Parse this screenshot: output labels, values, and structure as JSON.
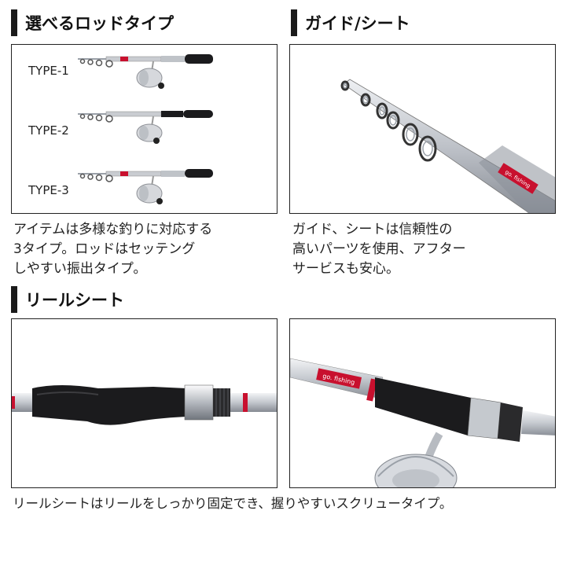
{
  "sections": {
    "rod_types": {
      "title": "選べるロッドタイプ"
    },
    "guide_seat": {
      "title": "ガイド/シート"
    },
    "reel_seat": {
      "title": "リールシート"
    }
  },
  "rod_types_panel": {
    "types": [
      {
        "label": "TYPE-1"
      },
      {
        "label": "TYPE-2"
      },
      {
        "label": "TYPE-3"
      }
    ]
  },
  "captions": {
    "rod_types": [
      "アイテムは多様な釣りに対応する",
      "3タイプ。ロッドはセッテング",
      "しやすい振出タイプ。"
    ],
    "guide_seat": [
      "ガイド、シートは信頼性の",
      "高いパーツを使用、アフター",
      "サービスも安心。"
    ],
    "reel_seat": "リールシートはリールをしっかり固定でき、握りやすいスクリュータイプ。"
  },
  "brand": {
    "logo_text": "go. fishing"
  },
  "colors": {
    "accent_red": "#c8102e",
    "rod_silver": "#c9ccd1",
    "grip_black": "#1b1b1d"
  }
}
